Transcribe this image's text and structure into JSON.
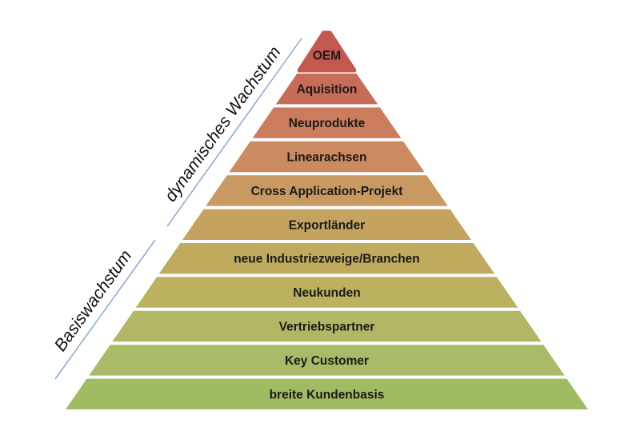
{
  "background_color": "#ffffff",
  "chart_data": {
    "type": "pyramid",
    "direction": "apex-top",
    "title": "",
    "levels": [
      {
        "label": "OEM",
        "color": "#c3584f"
      },
      {
        "label": "Aquisition",
        "color": "#c86b58"
      },
      {
        "label": "Neuprodukte",
        "color": "#ca7c5d"
      },
      {
        "label": "Linearachsen",
        "color": "#cc8a61"
      },
      {
        "label": "Cross Application-Projekt",
        "color": "#c89a61"
      },
      {
        "label": "Exportländer",
        "color": "#c4a35f"
      },
      {
        "label": "neue Industriezweige/Branchen",
        "color": "#c0aa5e"
      },
      {
        "label": "Neukunden",
        "color": "#bbb161"
      },
      {
        "label": "Vertriebspartner",
        "color": "#b2b765"
      },
      {
        "label": "Key Customer",
        "color": "#a9bb66"
      },
      {
        "label": "breite Kundenbasis",
        "color": "#a0bc63"
      }
    ],
    "annotations": [
      {
        "label": "dynamisches Wachstum",
        "position": "upper-left",
        "covers_levels": "OEM to Exportländer"
      },
      {
        "label": "Basiswachstum",
        "position": "lower-left",
        "covers_levels": "neue Industriezweige/Branchen to breite Kundenbasis"
      }
    ],
    "annotation_line_color": "#86a8d6",
    "label_text_color": "#1a1a1a",
    "separator_color": "#ffffff"
  }
}
